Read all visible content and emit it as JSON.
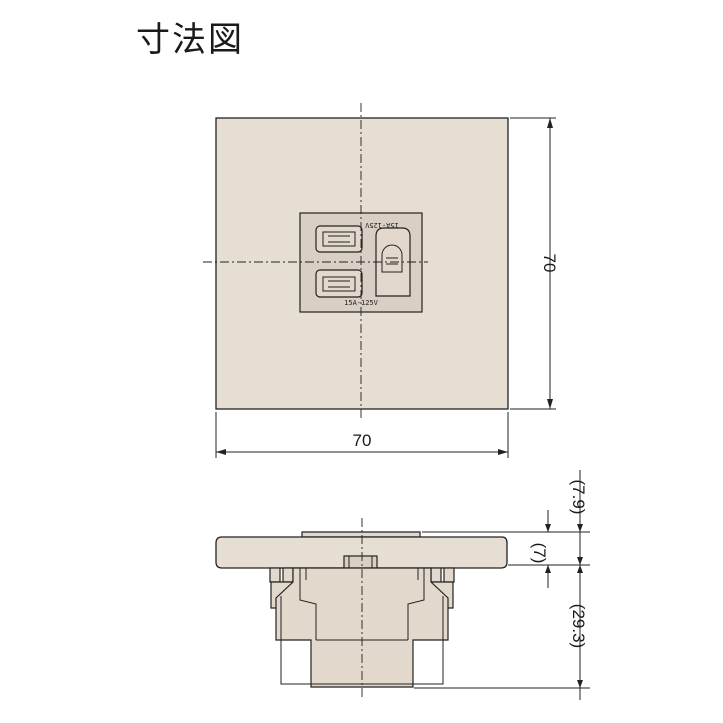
{
  "title": "寸法図",
  "front_view": {
    "width_label": "70",
    "height_label": "70",
    "rating_top": "15A-125V",
    "rating_bottom": "15A-125V"
  },
  "side_view": {
    "dim_top": "(7.9)",
    "dim_mid": "(7)",
    "dim_bottom": "(29.3)"
  }
}
